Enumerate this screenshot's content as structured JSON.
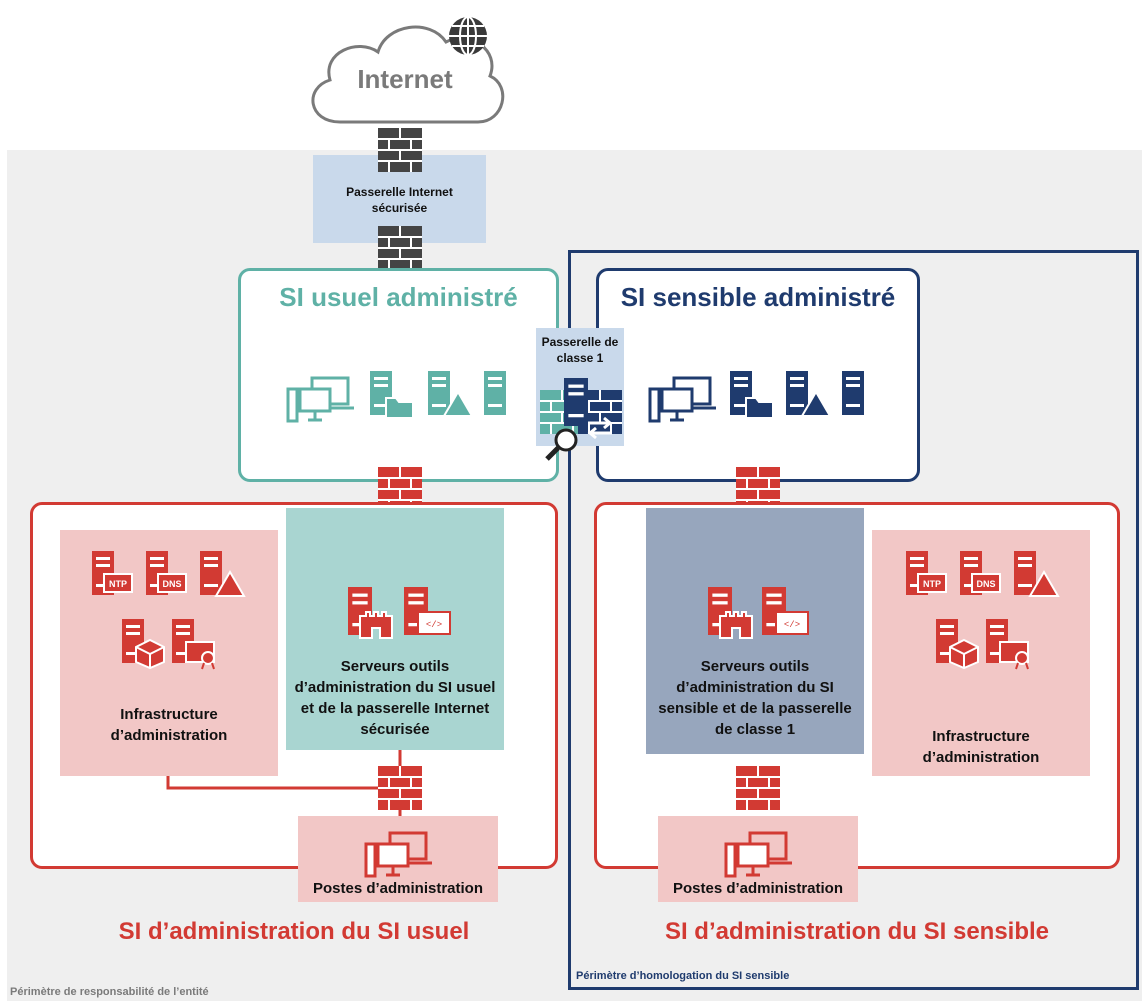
{
  "internet": {
    "label": "Internet"
  },
  "gateway_internet": {
    "label": "Passerelle Internet sécurisée"
  },
  "si_usuel": {
    "title": "SI usuel administré"
  },
  "si_sensible": {
    "title": "SI sensible administré"
  },
  "gateway_class1": {
    "label": "Passerelle de classe 1"
  },
  "adm_usuel": {
    "title": "SI d’administration du SI usuel",
    "infra_label": "Infrastructure d’administration",
    "servers_label": "Serveurs outils d’administration du SI usuel et de la passerelle Internet sécurisée",
    "workstations_label": "Postes d’administration"
  },
  "adm_sensible": {
    "title": "SI d’administration du SI sensible",
    "infra_label": "Infrastructure d’administration",
    "servers_label": "Serveurs outils d’administration du SI sensible et de la passerelle de classe 1",
    "workstations_label": "Postes d’administration"
  },
  "badges": {
    "ntp": "NTP",
    "dns": "DNS"
  },
  "perimeters": {
    "entity": "Périmètre de responsabilité de l’entité",
    "homologation": "Périmètre d’homologation du SI sensible"
  },
  "colors": {
    "teal": "#5fb1a6",
    "navy": "#1f3b6e",
    "red": "#d23a33",
    "pink_fill": "#f2c7c6",
    "teal_fill": "#a9d5d1",
    "slate_fill": "#97a6bd",
    "gateway_fill": "#c9d9eb",
    "perimeter_fill": "#efefef"
  },
  "icons": [
    "globe-icon",
    "cloud-icon",
    "firewall-icon",
    "workstation-icon",
    "file-server-icon",
    "network-server-icon",
    "server-icon",
    "ntp-server-icon",
    "dns-server-icon",
    "package-server-icon",
    "certificate-server-icon",
    "bastion-server-icon",
    "code-server-icon",
    "magnifier-icon",
    "exchange-arrows-icon"
  ]
}
